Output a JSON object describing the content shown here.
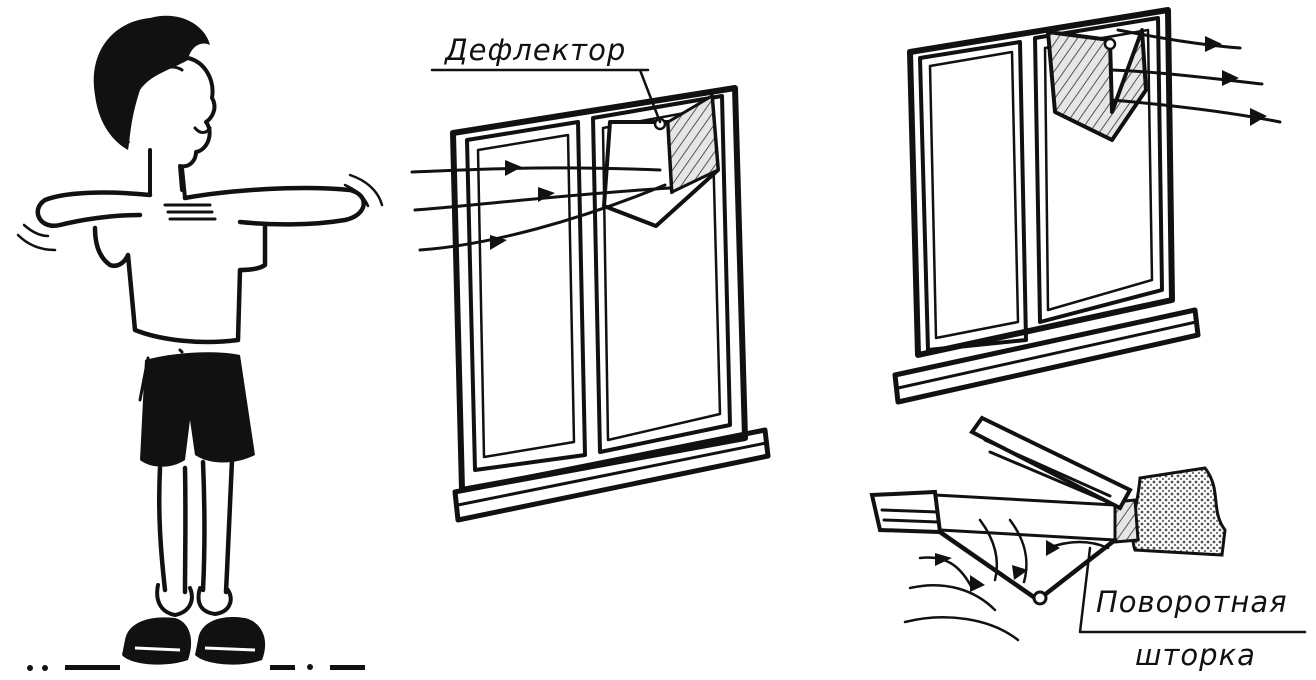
{
  "labels": {
    "deflector": "Дефлектор",
    "shutter_line1": "Поворотная",
    "shutter_line2": "шторка"
  },
  "colors": {
    "ink": "#111111",
    "paper": "#ffffff",
    "glass_gray": "#9a9a9a",
    "wall_dots": "#555555"
  },
  "icons": {
    "airflow_arrow": "arrowhead-icon"
  }
}
